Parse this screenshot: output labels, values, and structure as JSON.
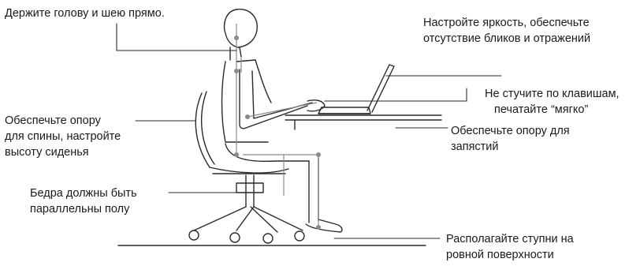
{
  "labels": {
    "head_neck": "Держите голову и шею прямо.",
    "brightness_1": "Настройте яркость, обеспечьте",
    "brightness_2": "отсутствие бликов и отражений",
    "keys_1": "Не стучите по клавишам,",
    "keys_2": "печатайте “мягко”",
    "back_1": "Обеспечьте опору",
    "back_2": "для спины, настройте",
    "back_3": "высоту сиденья",
    "wrists_1": "Обеспечьте опору для",
    "wrists_2": "запястий",
    "thighs_1": "Бедра должны быть",
    "thighs_2": "параллельны полу",
    "feet_1": "Располагайте ступни на",
    "feet_2": "ровной поверхности"
  },
  "colors": {
    "line": "#2a2a2a",
    "guide": "#8a8a8a",
    "text": "#1a1a1a"
  }
}
